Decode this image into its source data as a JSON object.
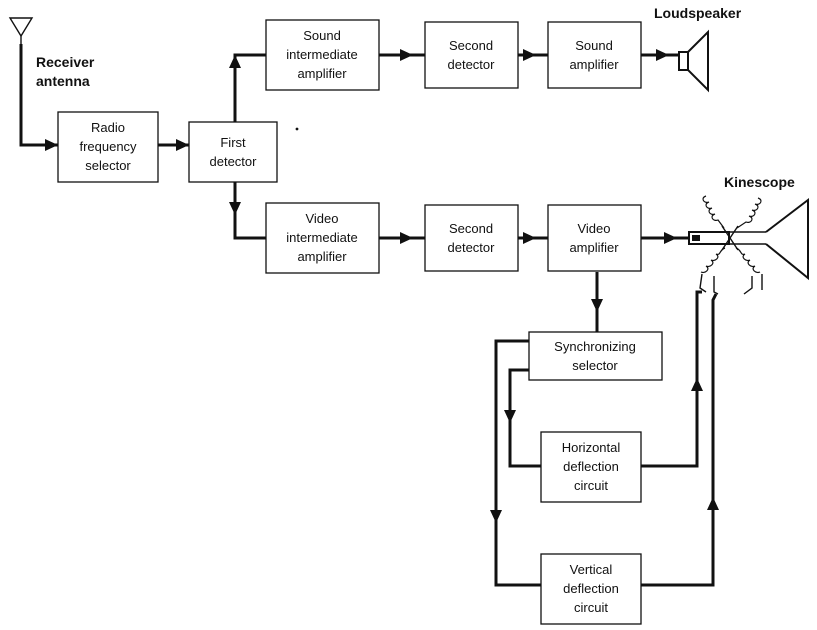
{
  "labels": {
    "antenna_line1": "Receiver",
    "antenna_line2": "antenna",
    "loudspeaker": "Loudspeaker",
    "kinescope": "Kinescope"
  },
  "blocks": {
    "rf_selector": [
      "Radio",
      "frequency",
      "selector"
    ],
    "first_detector": [
      "First",
      "detector"
    ],
    "sound_if": [
      "Sound",
      "intermediate",
      "amplifier"
    ],
    "sound_second_detector": [
      "Second",
      "detector"
    ],
    "sound_amplifier": [
      "Sound",
      "amplifier"
    ],
    "video_if": [
      "Video",
      "intermediate",
      "amplifier"
    ],
    "video_second_detector": [
      "Second",
      "detector"
    ],
    "video_amplifier": [
      "Video",
      "amplifier"
    ],
    "sync_selector": [
      "Synchronizing",
      "selector"
    ],
    "horizontal_deflection": [
      "Horizontal",
      "deflection",
      "circuit"
    ],
    "vertical_deflection": [
      "Vertical",
      "deflection",
      "circuit"
    ]
  }
}
